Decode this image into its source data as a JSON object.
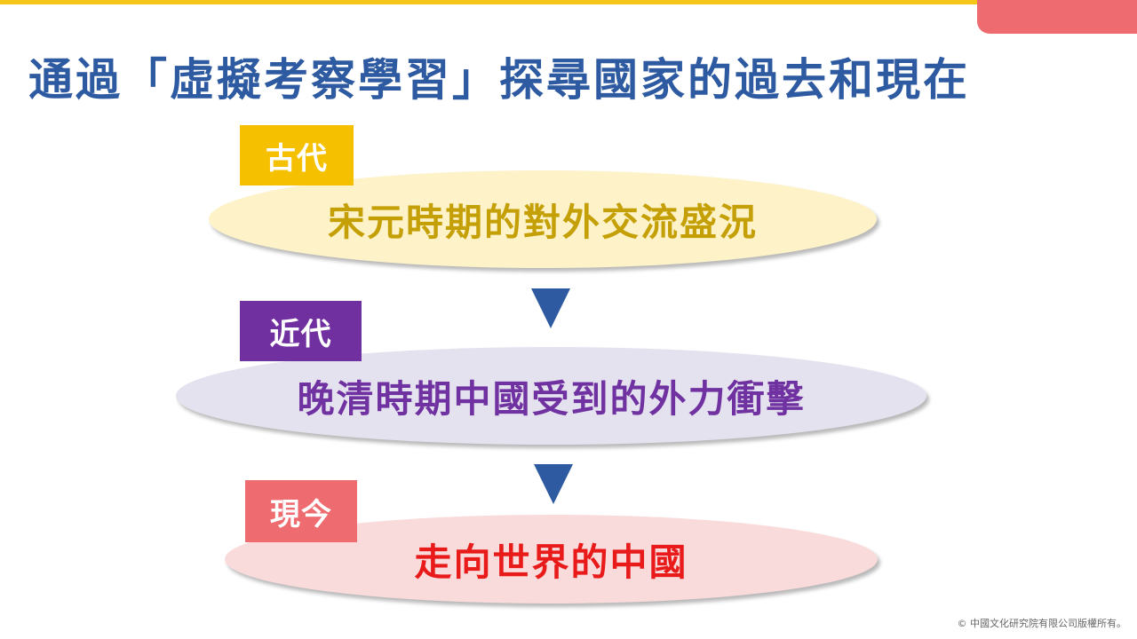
{
  "colors": {
    "top_bar": "#f5c518",
    "corner_tab": "#ee6b70",
    "title": "#2d5aa0",
    "arrow": "#2d5aa0"
  },
  "title": "通過「虛擬考察學習」探尋國家的過去和現在",
  "stages": [
    {
      "tag": "古代",
      "text": "宋元時期的對外交流盛況"
    },
    {
      "tag": "近代",
      "text": "晚清時期中國受到的外力衝擊"
    },
    {
      "tag": "現今",
      "text": "走向世界的中國"
    }
  ],
  "footer": {
    "copyright": "© 中國文化研究院有限公司版權所有。"
  }
}
